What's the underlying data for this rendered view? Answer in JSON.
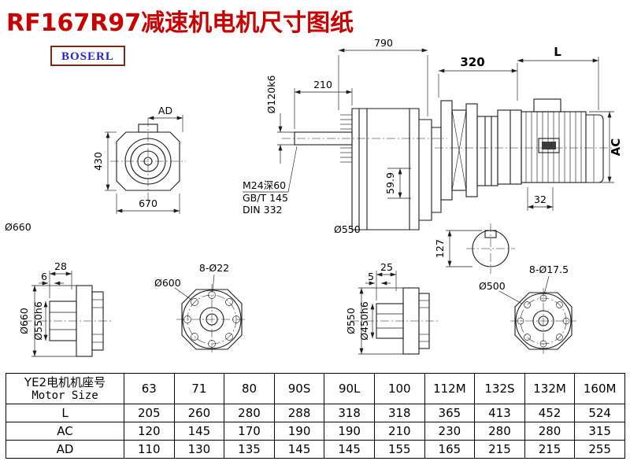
{
  "page": {
    "title": "RF167R97减速机电机尺寸图纸",
    "logo": "BOSERL"
  },
  "dims": {
    "overall_length": "790",
    "adapter_length": "320",
    "motor_length": "L",
    "shaft_length": "210",
    "shaft_diameter": "Ø120k6",
    "tapped_hole": "M24深60",
    "standard_1": "GB/T 145",
    "standard_2": "DIN 332",
    "front_ad": "AD",
    "front_height": "430",
    "front_width": "670",
    "front_flange_diameter": "Ø660",
    "mid_offset": "59.9",
    "mid_flange_diameter": "Ø550",
    "motor_ac": "AC",
    "dim_32": "32",
    "dim_127": "127",
    "b1_dim_28": "28",
    "b1_dim_6": "6",
    "b1_outer": "Ø660",
    "b1_spigot": "Ø550h6",
    "b2_bolt_circle": "Ø600",
    "b2_holes": "8-Ø22",
    "b3_dim_25": "25",
    "b3_dim_5": "5",
    "b3_outer": "Ø550",
    "b3_spigot": "Ø450h6",
    "b4_bolt_circle": "Ø500",
    "b4_holes": "8-Ø17.5"
  },
  "table": {
    "header": {
      "line1": "YE2电机机座号",
      "line2": "Motor Size"
    },
    "columns": [
      "63",
      "71",
      "80",
      "90S",
      "90L",
      "100",
      "112M",
      "132S",
      "132M",
      "160M"
    ],
    "rows": [
      {
        "label": "L",
        "values": [
          "205",
          "260",
          "280",
          "288",
          "318",
          "318",
          "365",
          "413",
          "452",
          "524"
        ]
      },
      {
        "label": "AC",
        "values": [
          "120",
          "145",
          "170",
          "190",
          "190",
          "210",
          "230",
          "280",
          "280",
          "315"
        ]
      },
      {
        "label": "AD",
        "values": [
          "110",
          "130",
          "135",
          "145",
          "145",
          "155",
          "165",
          "215",
          "215",
          "255"
        ]
      }
    ]
  }
}
